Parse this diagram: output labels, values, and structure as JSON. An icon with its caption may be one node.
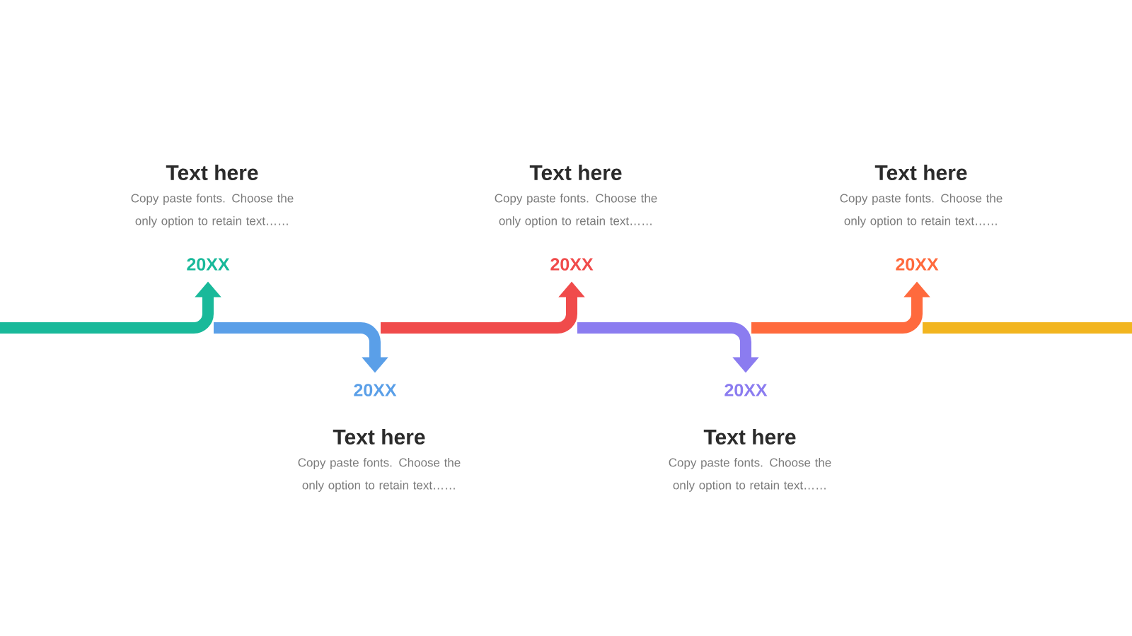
{
  "diagram": {
    "nodes": [
      {
        "text": [
          "20XX"
        ],
        "beside": [
          "Text here",
          "Copy paste fonts. Choose the only option to retain text……"
        ]
      },
      {
        "text": [
          "20XX"
        ],
        "beside": [
          "Text here",
          "Copy paste fonts. Choose the only option to retain text……"
        ]
      },
      {
        "text": [
          "20XX"
        ],
        "beside": [
          "Text here",
          "Copy paste fonts. Choose the only option to retain text……"
        ]
      },
      {
        "text": [
          "20XX"
        ],
        "beside": [
          "Text here",
          "Copy paste fonts. Choose the only option to retain text……"
        ]
      },
      {
        "text": [
          "20XX"
        ],
        "beside": [
          "Text here",
          "Copy paste fonts. Choose the only option to retain text……"
        ]
      }
    ],
    "edges": [
      {
        "from": null,
        "to": 0,
        "arrow": "to",
        "color": "#19b99a"
      },
      {
        "from": null,
        "to": 1,
        "arrow": "to",
        "color": "#5a9fe8"
      },
      {
        "from": null,
        "to": 2,
        "arrow": "to",
        "color": "#f04b4b"
      },
      {
        "from": null,
        "to": 3,
        "arrow": "to",
        "color": "#8b7cf0"
      },
      {
        "from": null,
        "to": 4,
        "arrow": "to",
        "color": "#ff6a3d"
      }
    ]
  }
}
